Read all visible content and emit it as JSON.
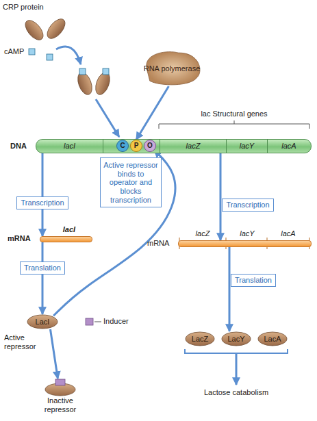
{
  "diagram": {
    "nodes": [
      {
        "text": [
          "RNA polymerase"
        ]
      },
      {
        "text": [
          "DNA"
        ]
      },
      {
        "text": [
          "lacI"
        ],
        "in": 1
      },
      {
        "text": [
          "C"
        ],
        "in": 1
      },
      {
        "text": [
          "P"
        ],
        "in": 1
      },
      {
        "text": [
          "O"
        ],
        "in": 1
      },
      {
        "text": [
          "lacZ"
        ],
        "in": 1
      },
      {
        "text": [
          "lacY"
        ],
        "in": 1
      },
      {
        "text": [
          "lacA"
        ],
        "in": 1
      },
      {
        "text": [
          "Active repressor binds to operator and blocks transcription"
        ]
      },
      {
        "text": [
          "mRNA",
          "lacI"
        ]
      },
      {
        "text": [
          "mRNA",
          "lacZ",
          "lacY",
          "lacA"
        ]
      },
      {
        "text": [
          "LacI"
        ]
      },
      {
        "text": [
          "Inactive repressor"
        ]
      },
      {
        "text": [
          "LacZ"
        ]
      },
      {
        "text": [
          "LacY"
        ]
      },
      {
        "text": [
          "LacA"
        ]
      }
    ],
    "edges": [
      {
        "from": 0,
        "to": 4,
        "arrow": "to"
      },
      {
        "from": 2,
        "to": 10,
        "label": "Transcription",
        "arrow": "to"
      },
      {
        "from": 10,
        "to": 12,
        "label": "Translation",
        "arrow": "to"
      },
      {
        "from": 12,
        "to": 5,
        "arrow": "to"
      },
      {
        "from": 12,
        "to": 13,
        "arrow": "to"
      },
      {
        "from": 6,
        "to": 11,
        "label": "Transcription",
        "arrow": "to"
      },
      {
        "from": 11,
        "to": 15,
        "label": "Translation",
        "arrow": "to"
      }
    ],
    "labels": [
      "CRP protein",
      "cAMP",
      "lac Structural genes",
      "Inducer",
      "Active repressor",
      "Lactose catabolism"
    ]
  }
}
